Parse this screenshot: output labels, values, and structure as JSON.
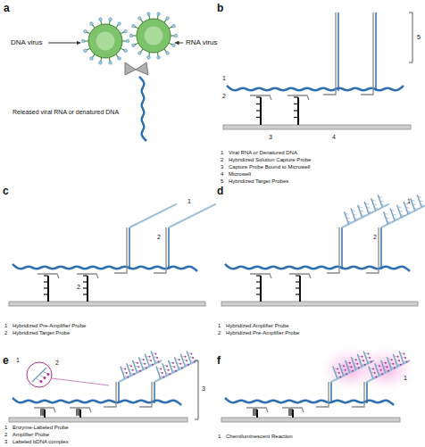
{
  "diagram": {
    "labels": [
      "a",
      "DNA virus",
      "RNA virus",
      "Released viral RNA or denatured DNA",
      "b",
      "1",
      "2",
      "3",
      "4",
      "5",
      "1",
      "Viral RNA or Denatured DNA",
      "2",
      "Hybridized Solution Capture Probe",
      "3",
      "Capture Probe Bound to Microwell",
      "4",
      "Microwell",
      "5",
      "Hybridized Target Probes",
      "c",
      "1",
      "2",
      "2",
      "1",
      "Hybridized Pre-Amplifier Probe",
      "2",
      "Hybridized Target Probe",
      "d",
      "1",
      "2",
      "1",
      "Hybridized Amplifier Probe",
      "2",
      "Hybridized Pre-Amplifier Probe",
      "e",
      "1",
      "2",
      "3",
      "1",
      "Enzyme-Labeled Probe",
      "2",
      "Amplifier Probe",
      "3",
      "Labeled bDNA complex",
      "f",
      "1",
      "1",
      "Chemiluminescent Reaction"
    ]
  }
}
